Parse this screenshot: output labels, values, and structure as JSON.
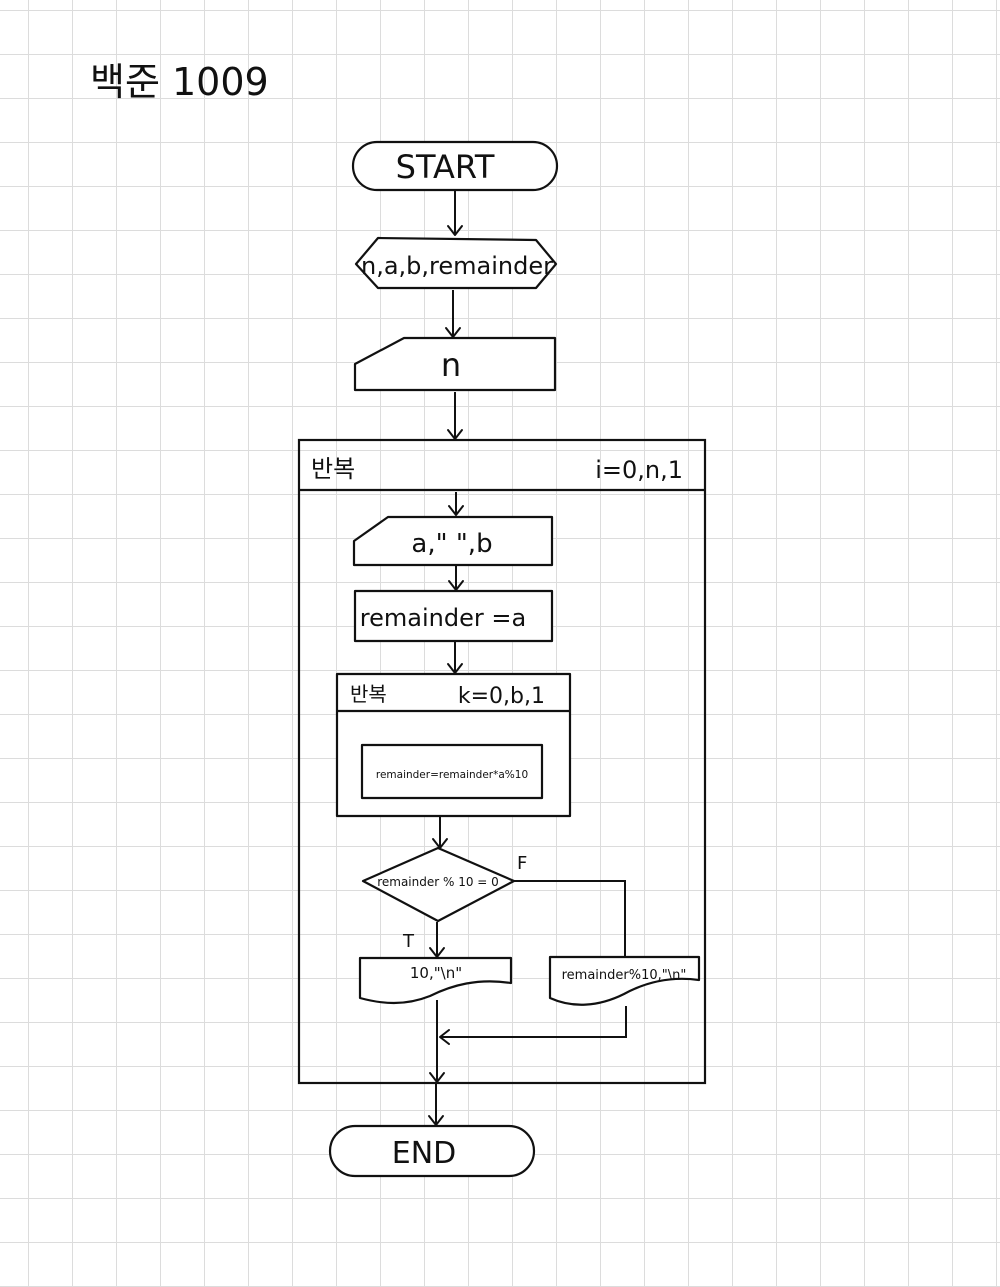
{
  "page": {
    "title": "백준 1009"
  },
  "flowchart": {
    "start": "START",
    "declare": "n,a,b,remainder",
    "input_n": "n",
    "outer_loop": {
      "keyword": "반복",
      "range": "i=0,n,1",
      "input_ab": "a,\" \",b",
      "assign": "remainder =a",
      "inner_loop": {
        "keyword": "반복",
        "range": "k=0,b,1",
        "body": "remainder=remainder*a%10"
      },
      "condition": "remainder % 10 = 0",
      "true_label": "T",
      "false_label": "F",
      "true_output": "10,\"\\n\"",
      "false_output": "remainder%10,\"\\n\""
    },
    "end": "END"
  }
}
